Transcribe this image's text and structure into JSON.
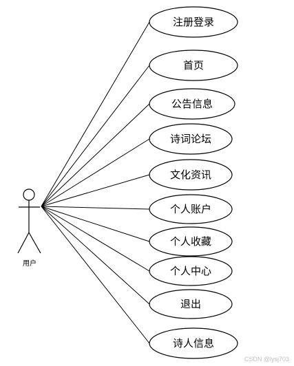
{
  "actor": {
    "label": "用户"
  },
  "use_cases": [
    {
      "label": "注册登录"
    },
    {
      "label": "首页"
    },
    {
      "label": "公告信息"
    },
    {
      "label": "诗词论坛"
    },
    {
      "label": "文化资讯"
    },
    {
      "label": "个人账户"
    },
    {
      "label": "个人收藏"
    },
    {
      "label": "个人中心"
    },
    {
      "label": "退出"
    },
    {
      "label": "诗人信息"
    }
  ],
  "watermark": {
    "text": "CSDN @lysj703"
  }
}
